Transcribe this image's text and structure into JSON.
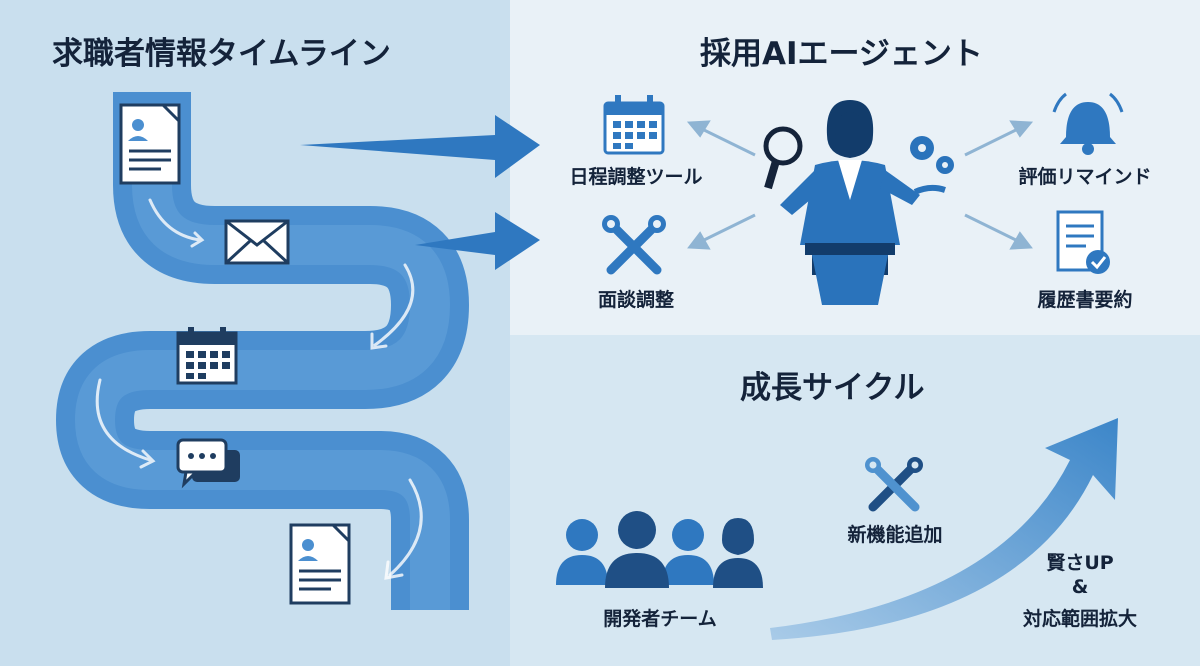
{
  "timeline": {
    "title": "求職者情報タイムライン",
    "icons": [
      "resume-icon",
      "mail-icon",
      "calendar-icon",
      "chat-icon",
      "resume-icon"
    ]
  },
  "agent": {
    "title": "採用AIエージェント",
    "tools": [
      {
        "label": "日程調整ツール",
        "icon": "calendar-icon"
      },
      {
        "label": "面談調整",
        "icon": "wrench-icon"
      },
      {
        "label": "評価リマインド",
        "icon": "bell-icon"
      },
      {
        "label": "履歴書要約",
        "icon": "document-check-icon"
      }
    ]
  },
  "growth": {
    "title": "成長サイクル",
    "team_label": "開発者チーム",
    "feature_label": "新機能追加",
    "result_line1": "賢さUP",
    "result_line2": "&",
    "result_line3": "対応範囲拡大"
  },
  "colors": {
    "dark": "#14233a",
    "blue": "#2f78c0",
    "mid_blue": "#4f92cf",
    "light_blue": "#7fb3de",
    "navy": "#1f4f85"
  }
}
